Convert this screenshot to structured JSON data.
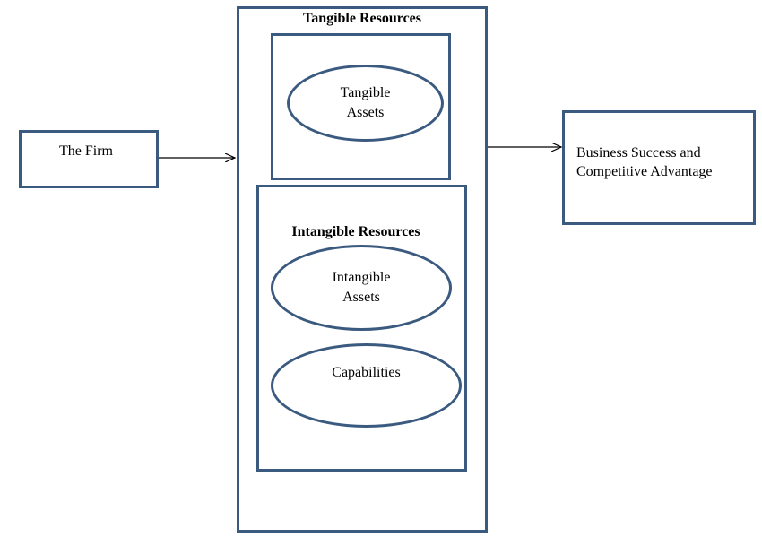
{
  "diagram": {
    "firm": {
      "label": "The Firm"
    },
    "resources": {
      "title": "Tangible Resources",
      "tangible_assets": {
        "line1": "Tangible",
        "line2": "Assets"
      },
      "intangible": {
        "title": "Intangible Resources",
        "intangible_assets": {
          "line1": "Intangible",
          "line2": "Assets"
        },
        "capabilities": "Capabilities"
      }
    },
    "outcome": {
      "line1": "Business Success and",
      "line2": "Competitive Advantage"
    },
    "colors": {
      "border": "#3a5a80",
      "arrow": "#000000"
    }
  }
}
